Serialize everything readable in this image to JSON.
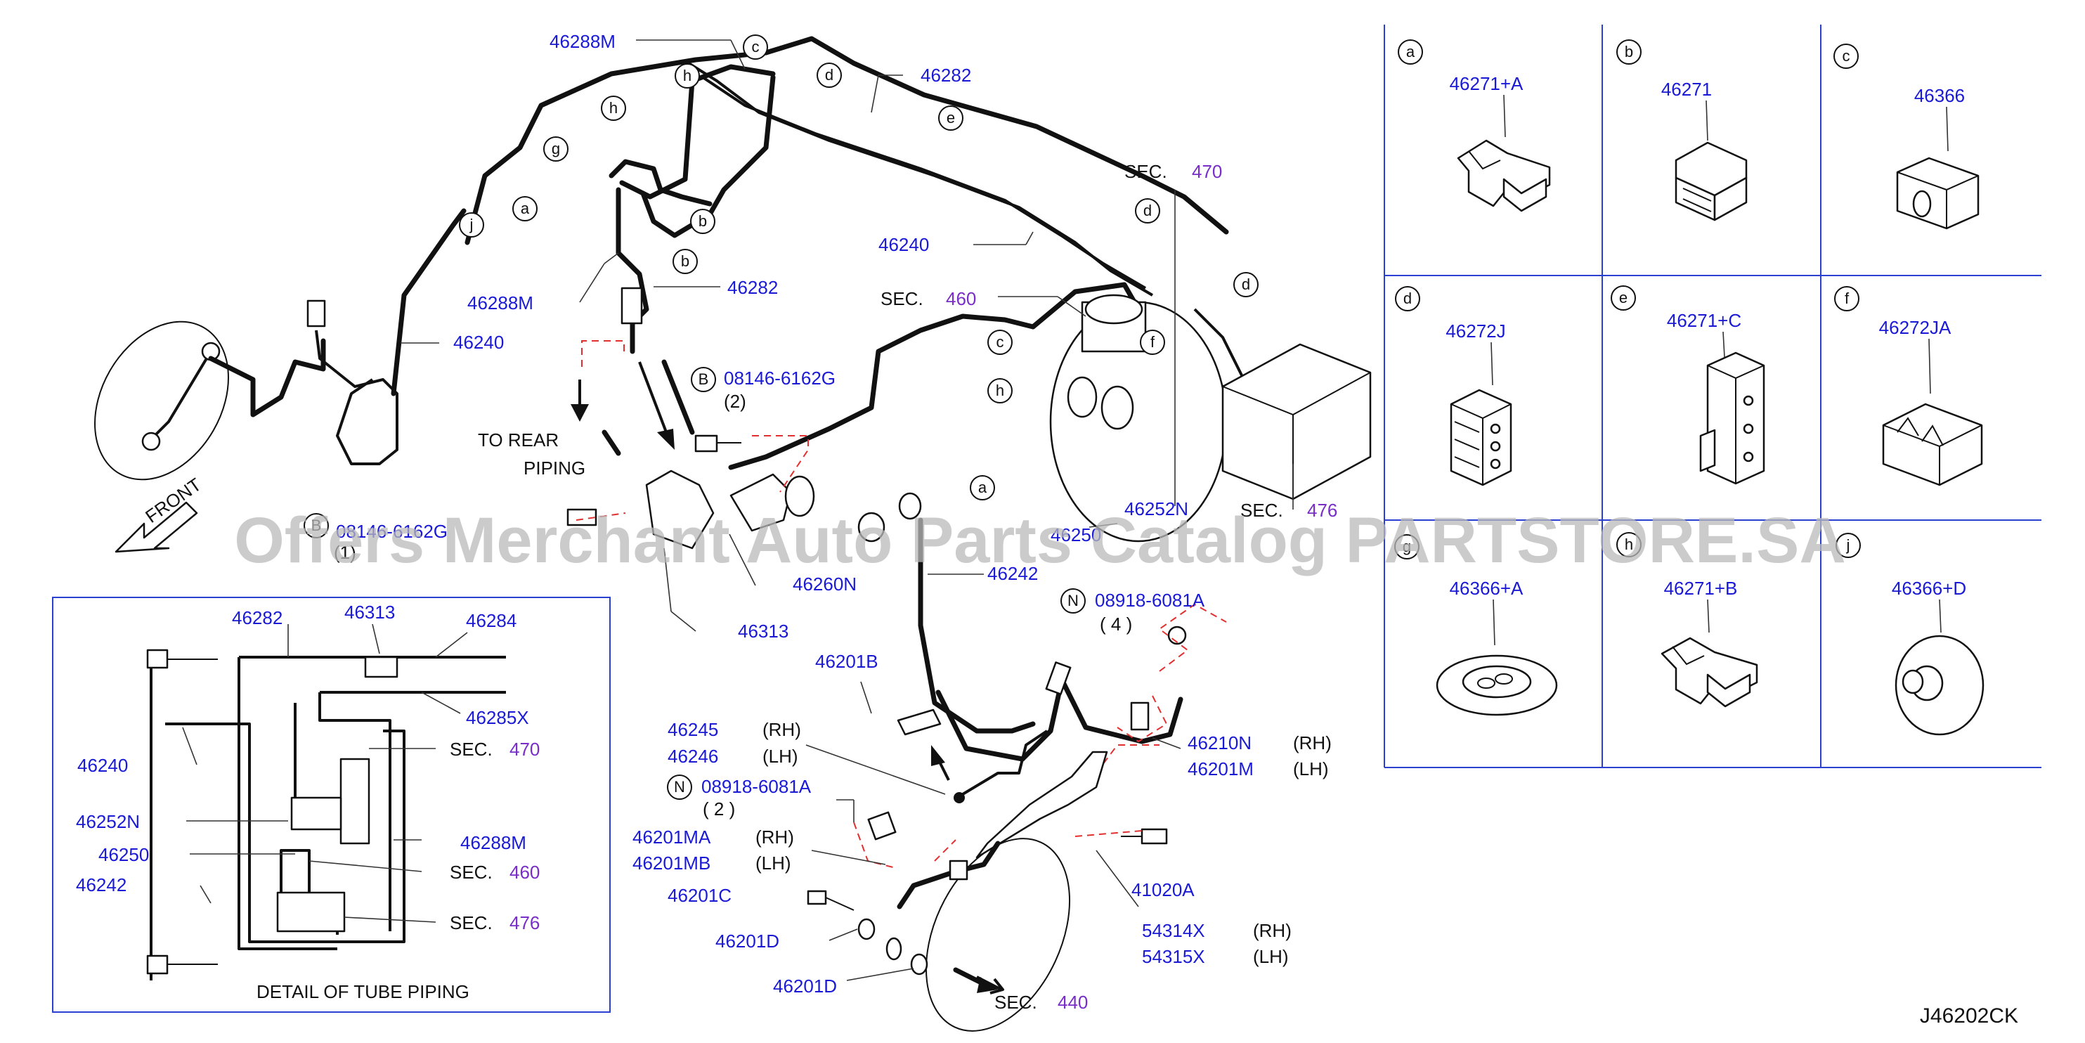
{
  "diagram_id": "J46202CK",
  "watermark": "Offers Merchant Auto Parts Catalog PARTSTORE.SA",
  "main": {
    "front_label": "FRONT",
    "to_rear_1": "TO  REAR",
    "to_rear_2": "PIPING",
    "sec_word": "SEC.",
    "p46288M_top": "46288M",
    "p46282_top": "46282",
    "p46240_mid": "46240",
    "p46288M_left": "46288M",
    "p46282_mid": "46282",
    "p46240_left": "46240",
    "sec470": "470",
    "sec460": "460",
    "sec476": "476",
    "sec440": "440",
    "p46252N": "46252N",
    "p46250": "46250",
    "p46242": "46242",
    "bolt_B_code": "B",
    "bolt_B_num": "08146-6162G",
    "bolt_B_qty": "(2)",
    "bolt_B2_num": "08146-6162G",
    "bolt_B2_qty": "(1)",
    "p46260N": "46260N",
    "p46313": "46313",
    "nut_N_code": "N",
    "nut_N_num": "08918-6081A",
    "nut_N_qty": "( 4 )",
    "p46201B": "46201B",
    "p46245": "46245",
    "p46245_side": "(RH)",
    "p46246": "46246",
    "p46246_side": "(LH)",
    "nut_N2_num": "08918-6081A",
    "nut_N2_qty": "( 2 )",
    "p46201MA": "46201MA",
    "p46201MA_side": "(RH)",
    "p46201MB": "46201MB",
    "p46201MB_side": "(LH)",
    "p46201C": "46201C",
    "p46201D_a": "46201D",
    "p46201D_b": "46201D",
    "p46210N": "46210N",
    "p46210N_side": "(RH)",
    "p46201M": "46201M",
    "p46201M_side": "(LH)",
    "p41020A": "41020A",
    "p54314X": "54314X",
    "p54314X_side": "(RH)",
    "p54315X": "54315X",
    "p54315X_side": "(LH)"
  },
  "detail": {
    "caption": "DETAIL  OF  TUBE  PIPING",
    "p46282": "46282",
    "p46313": "46313",
    "p46284": "46284",
    "p46285X": "46285X",
    "p46240": "46240",
    "sec_word": "SEC.",
    "sec470": "470",
    "sec460": "460",
    "sec476": "476",
    "p46252N": "46252N",
    "p46250": "46250",
    "p46242": "46242",
    "p46288M": "46288M"
  },
  "clips": [
    {
      "letter": "a",
      "part": "46271+A"
    },
    {
      "letter": "b",
      "part": "46271"
    },
    {
      "letter": "c",
      "part": "46366"
    },
    {
      "letter": "d",
      "part": "46272J"
    },
    {
      "letter": "e",
      "part": "46271+C"
    },
    {
      "letter": "f",
      "part": "46272JA"
    },
    {
      "letter": "g",
      "part": "46366+A"
    },
    {
      "letter": "h",
      "part": "46271+B"
    },
    {
      "letter": "j",
      "part": "46366+D"
    }
  ],
  "callout_letters": [
    "a",
    "b",
    "c",
    "d",
    "e",
    "f",
    "g",
    "h",
    "j"
  ],
  "colors": {
    "part_number": "#1a1ad6",
    "section_number": "#7a2ec8",
    "grid": "#2b3fd0",
    "leader_dash": "#e23030"
  }
}
